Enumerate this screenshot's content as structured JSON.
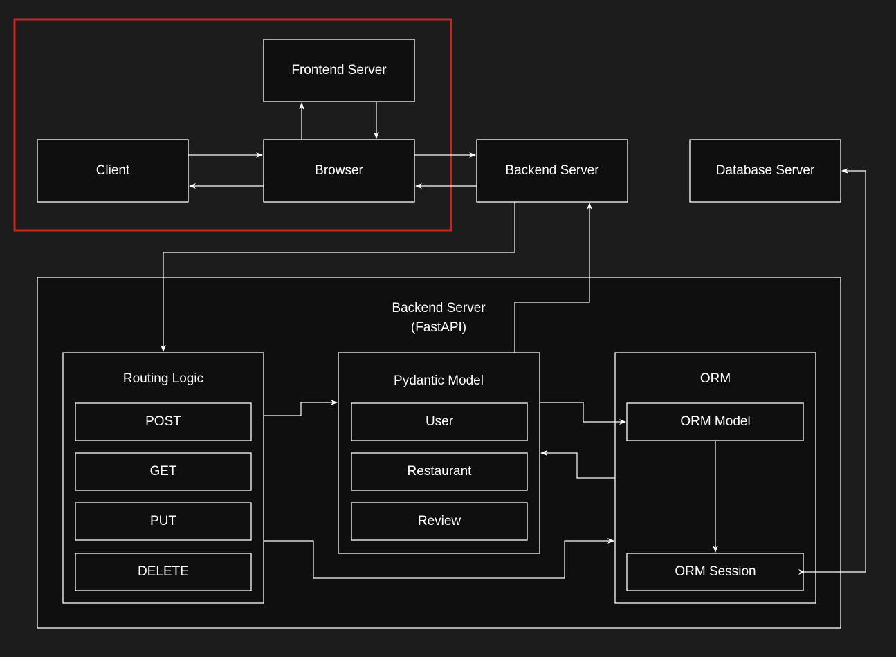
{
  "diagram": {
    "colors": {
      "background": "#1c1c1c",
      "box_fill": "#0f0f0f",
      "stroke": "#ffffff",
      "text": "#ffffff",
      "highlight": "#c8281e"
    },
    "nodes": {
      "frontend_server": "Frontend Server",
      "client": "Client",
      "browser": "Browser",
      "backend_server": "Backend Server",
      "database_server": "Database Server",
      "backend_container_line1": "Backend Server",
      "backend_container_line2": "(FastAPI)",
      "routing_logic": "Routing Logic",
      "post": "POST",
      "get": "GET",
      "put": "PUT",
      "delete": "DELETE",
      "pydantic_model": "Pydantic Model",
      "user": "User",
      "restaurant": "Restaurant",
      "review": "Review",
      "orm": "ORM",
      "orm_model": "ORM Model",
      "orm_session": "ORM Session"
    }
  }
}
